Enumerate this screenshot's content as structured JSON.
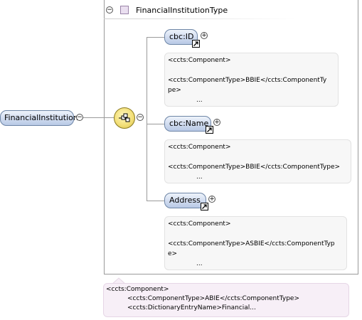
{
  "root_element": {
    "label": "FinancialInstitution"
  },
  "type": {
    "label": "FinancialInstitutionType"
  },
  "children": [
    {
      "label": "cbc:ID",
      "doc_line1": "<ccts:Component>",
      "doc_line2": "<ccts:ComponentType>BBIE</ccts:ComponentTy",
      "doc_line3": "pe>",
      "doc_ellipsis": "..."
    },
    {
      "label": "cbc:Name",
      "doc_line1": "<ccts:Component>",
      "doc_line2": "<ccts:ComponentType>BBIE</ccts:ComponentType>",
      "doc_ellipsis": "..."
    },
    {
      "label": "Address",
      "doc_line1": "<ccts:Component>",
      "doc_line2": "<ccts:ComponentType>ASBIE</ccts:ComponentTyp",
      "doc_line3": "e>",
      "doc_ellipsis": "..."
    }
  ],
  "type_doc": {
    "line1": "<ccts:Component>",
    "line2": "<ccts:ComponentType>ABIE</ccts:ComponentType>",
    "line3": "<ccts:DictionaryEntryName>Financial..."
  },
  "icons": {
    "collapse": "minus-toggle-icon",
    "expand": "plus-toggle-icon",
    "sequence": "sequence-compositor-icon",
    "reference": "reference-arrow-icon",
    "complex_type": "complex-type-icon"
  },
  "toggle_symbols": {
    "minus": "−",
    "plus": "+"
  }
}
